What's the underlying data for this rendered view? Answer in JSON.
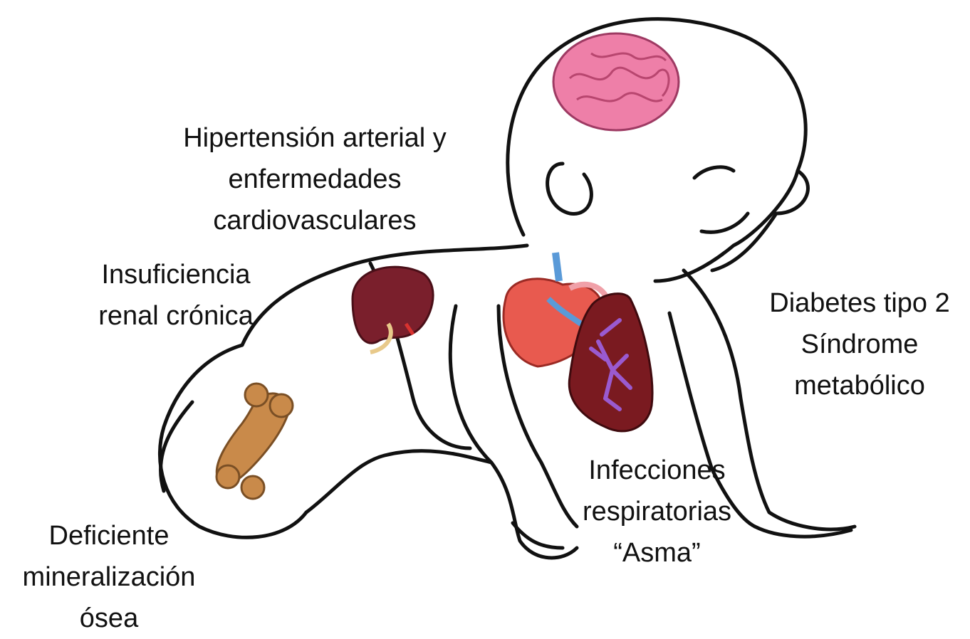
{
  "labels": {
    "hypertension": [
      "Hipertensión arterial y",
      "enfermedades",
      "cardiovasculares"
    ],
    "renal": [
      "Insuficiencia",
      "renal crónica"
    ],
    "diabetes": [
      "Diabetes tipo 2",
      "Síndrome",
      "metabólico"
    ],
    "respiratory": [
      "Infecciones",
      "respiratorias",
      "“Asma”"
    ],
    "bone": [
      "Deficiente",
      "mineralización",
      "ósea"
    ]
  },
  "icons": {
    "brain": "brain-icon",
    "kidney": "kidney-icon",
    "heart": "heart-icon",
    "lung": "lung-icon",
    "bone": "bone-icon",
    "baby": "crawling-baby-illustration"
  },
  "colors": {
    "outline": "#111111",
    "brain": "#ee7fa8",
    "kidney": "#7a1f2c",
    "heart": "#e85a4f",
    "lung": "#7a1a20",
    "bronchi": "#9a5ad0",
    "bone": "#c98a4a"
  }
}
